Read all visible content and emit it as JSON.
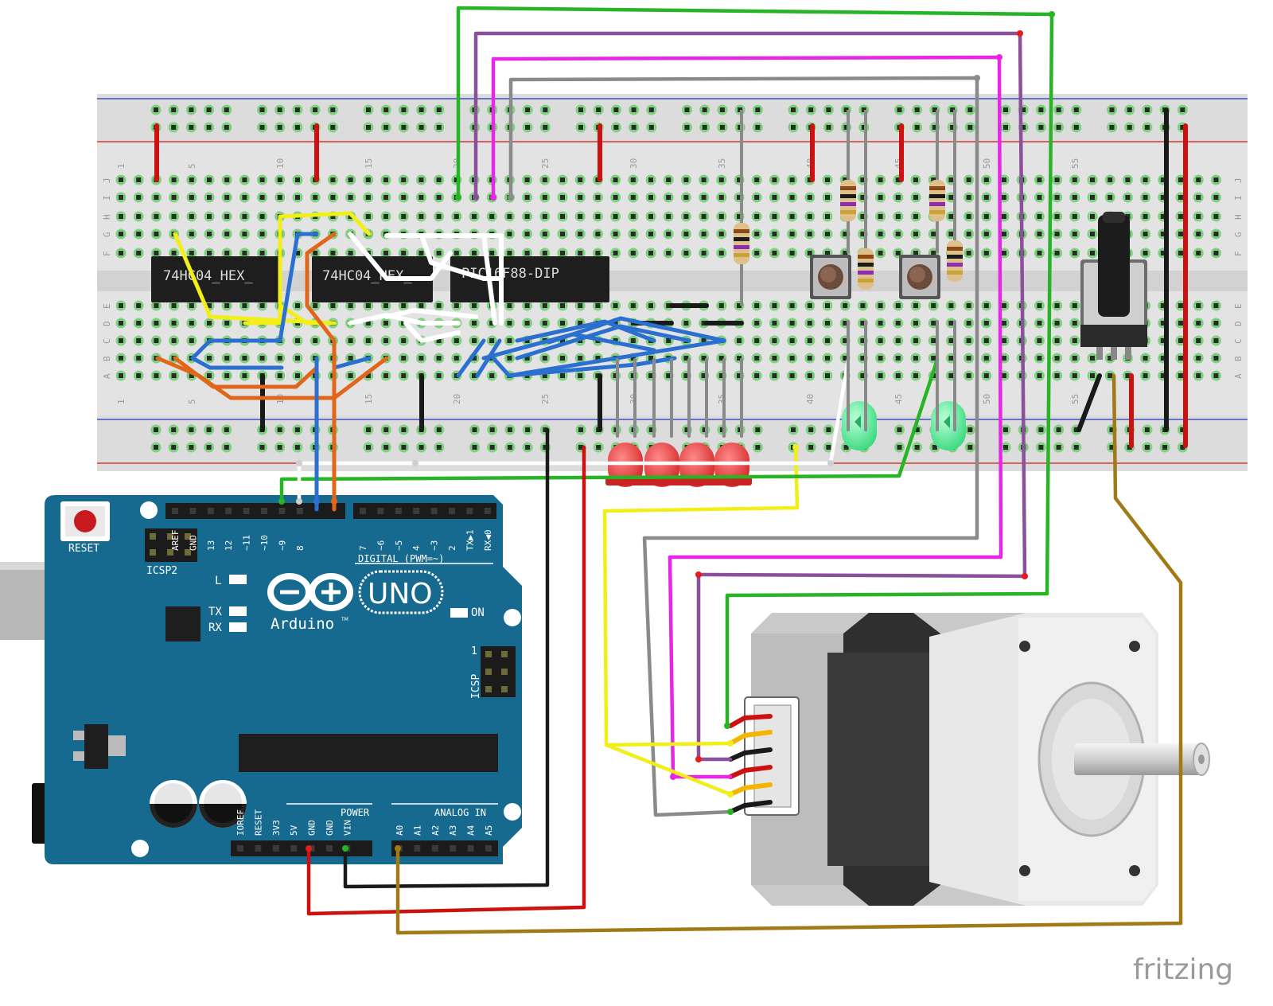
{
  "brand": {
    "watermark": "fritzing"
  },
  "breadboard": {
    "column_numbers": [
      "1",
      "5",
      "10",
      "15",
      "20",
      "25",
      "30",
      "35",
      "40",
      "45",
      "50",
      "55"
    ],
    "row_letters_top": [
      "J",
      "I",
      "H",
      "G",
      "F"
    ],
    "row_letters_bottom": [
      "E",
      "D",
      "C",
      "B",
      "A"
    ]
  },
  "chips": [
    {
      "id": "ic1",
      "label": "74HC04_HEX_"
    },
    {
      "id": "ic2",
      "label": "74HC04_HEX_"
    },
    {
      "id": "ic3",
      "label": "PIC16F88-DIP"
    }
  ],
  "arduino": {
    "reset_label": "RESET",
    "icsp2_label": "ICSP2",
    "icsp_label": "ICSP",
    "icsp_pin1": "1",
    "uno_label": "UNO",
    "brand_label": "Arduino",
    "tm": "TM",
    "on_label": "ON",
    "l_label": "L",
    "tx_label": "TX",
    "rx_label": "RX",
    "digital_label": "DIGITAL (PWM=~)",
    "power_label": "POWER",
    "analog_label": "ANALOG IN",
    "digital_pins": [
      "AREF",
      "GND",
      "13",
      "12",
      "~11",
      "~10",
      "~9",
      "8",
      "7",
      "~6",
      "~5",
      "4",
      "~3",
      "2",
      "TX▶1",
      "RX◀0"
    ],
    "power_pins": [
      "IOREF",
      "RESET",
      "3V3",
      "5V",
      "GND",
      "GND",
      "VIN"
    ],
    "analog_pins": [
      "A0",
      "A1",
      "A2",
      "A3",
      "A4",
      "A5"
    ]
  },
  "colors": {
    "board": "#176a8f",
    "board_dark": "#0f5676",
    "breadboard": "#e3e3e3",
    "wire_green": "#27b427",
    "wire_purple": "#8c4f9a",
    "wire_magenta": "#e627e6",
    "wire_gray": "#8a8a8a",
    "wire_yellow": "#f2ee18",
    "wire_blue": "#2b6fd1",
    "wire_orange": "#e0671a",
    "wire_red": "#cc1111",
    "wire_black": "#1a1a1a",
    "wire_white": "#ffffff",
    "wire_brown": "#a07a16",
    "led_red": "#e33b3b",
    "led_green": "#4fe58f"
  }
}
